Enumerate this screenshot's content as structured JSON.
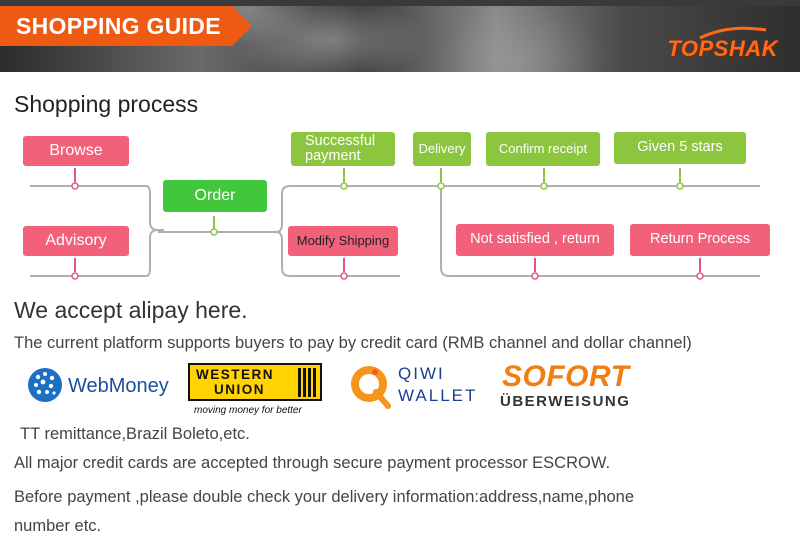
{
  "banner": {
    "title": "SHOPPING GUIDE",
    "brand": "TOPSHAK",
    "accent": "#ee5a12"
  },
  "process": {
    "title": "Shopping process",
    "steps": {
      "browse": "Browse",
      "advisory": "Advisory",
      "order": "Order",
      "successful_line1": "Successful",
      "successful_line2": "payment",
      "modify": "Modify Shipping",
      "delivery": "Delivery",
      "confirm": "Confirm receipt",
      "stars": "Given 5 stars",
      "not_satisfied": "Not satisfied , return",
      "return_process": "Return Process"
    },
    "colors": {
      "pink": "#f2607a",
      "green": "#8cc63e",
      "line": "#b0b0b0"
    }
  },
  "payment": {
    "title": "We accept alipay here.",
    "platform_text": "The current platform supports buyers to pay by credit card (RMB channel and dollar channel)",
    "logos": {
      "webmoney": "WebMoney",
      "wu_line1": "WESTERN",
      "wu_line2": "UNION",
      "wu_tagline": "moving money for better",
      "qiwi_line1": "QIWI",
      "qiwi_line2": "WALLET",
      "sofort_line1": "SOFORT",
      "sofort_line2": "ÜBERWEISUNG"
    },
    "tt_text": "TT remittance,Brazil Boleto,etc.",
    "cards_text": "All major credit cards are accepted through secure payment processor ESCROW.",
    "before_text_line1": "Before payment ,please double check your delivery information:address,name,phone",
    "before_text_line2": "number etc."
  }
}
